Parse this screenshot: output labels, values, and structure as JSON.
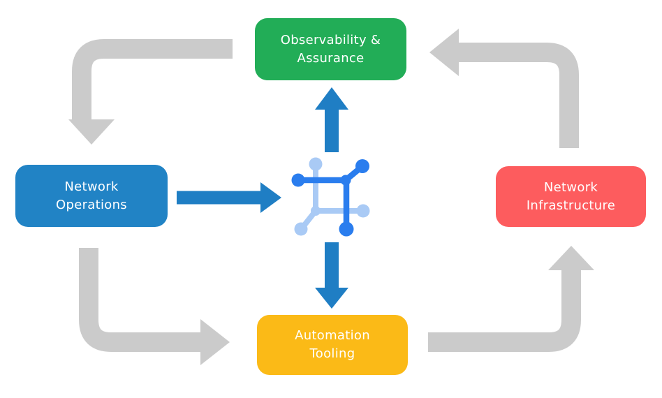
{
  "diagram": {
    "title": "network automation cycle diagram",
    "nodes": [
      {
        "id": "observability-assurance",
        "label": "Observability &\nAssurance",
        "color": "#22AD57",
        "position": "top"
      },
      {
        "id": "network-operations",
        "label": "Network\nOperations",
        "color": "#2183C5",
        "position": "left"
      },
      {
        "id": "network-infrastructure",
        "label": "Network\nInfrastructure",
        "color": "#FD5C5E",
        "position": "right"
      },
      {
        "id": "automation-tooling",
        "label": "Automation\nTooling",
        "color": "#FBBA17",
        "position": "bottom"
      }
    ],
    "arrows": [
      {
        "id": "observability-to-operations",
        "from": "observability-assurance",
        "to": "network-operations",
        "style": "gray-elbow"
      },
      {
        "id": "operations-to-automation",
        "from": "network-operations",
        "to": "automation-tooling",
        "style": "gray-elbow"
      },
      {
        "id": "automation-to-infrastructure",
        "from": "automation-tooling",
        "to": "network-infrastructure",
        "style": "gray-elbow"
      },
      {
        "id": "infrastructure-to-observability",
        "from": "network-infrastructure",
        "to": "observability-assurance",
        "style": "gray-elbow"
      },
      {
        "id": "operations-to-center",
        "from": "network-operations",
        "to": "center-icon",
        "style": "blue-straight"
      },
      {
        "id": "center-to-observability",
        "from": "center-icon",
        "to": "observability-assurance",
        "style": "blue-straight"
      },
      {
        "id": "center-to-automation",
        "from": "center-icon",
        "to": "automation-tooling",
        "style": "blue-straight"
      }
    ],
    "center_icon": "network-nodes-icon"
  },
  "colors": {
    "background": "#FFFFFF",
    "arrow_gray": "#CBCBCB",
    "arrow_blue": "#1F7EC4",
    "icon_dark_blue": "#2A7DEE",
    "icon_light_blue": "#A9CAF5",
    "node_text": "#FFFFFF"
  }
}
